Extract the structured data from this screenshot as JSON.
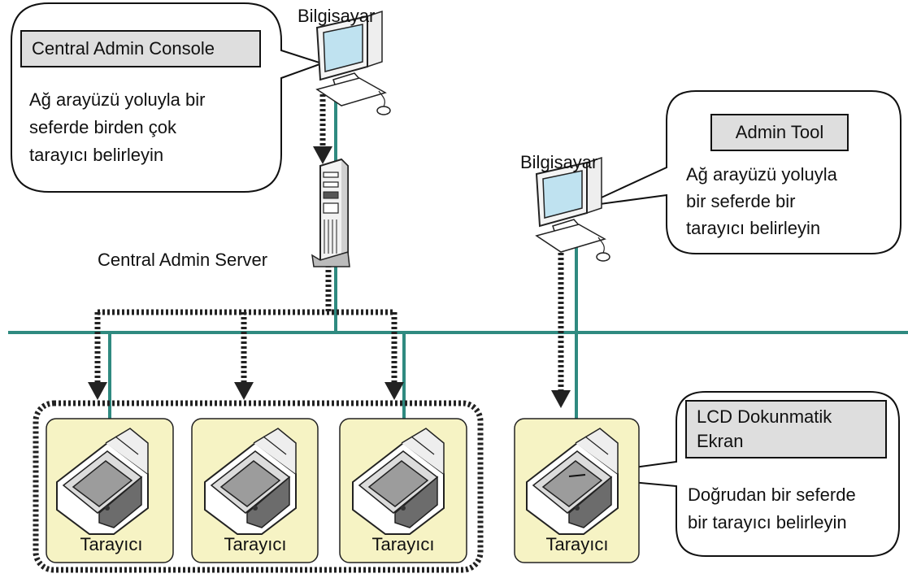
{
  "central_callout": {
    "title": "Central Admin Console",
    "lines": [
      "Ağ arayüzü yoluyla bir",
      "seferde birden çok",
      "tarayıcı belirleyin"
    ]
  },
  "admin_tool_callout": {
    "title": "Admin Tool",
    "lines": [
      "Ağ arayüzü yoluyla",
      "bir seferde bir",
      "tarayıcı belirleyin"
    ]
  },
  "lcd_callout": {
    "title_lines": [
      "LCD Dokunmatik",
      "Ekran"
    ],
    "lines": [
      "Doğrudan bir seferde",
      "bir tarayıcı belirleyin"
    ]
  },
  "computer_1_label": "Bilgisayar",
  "computer_2_label": "Bilgisayar",
  "server_label": "Central Admin Server",
  "scanners": [
    {
      "label": "Tarayıcı"
    },
    {
      "label": "Tarayıcı"
    },
    {
      "label": "Tarayıcı"
    },
    {
      "label": "Tarayıcı"
    }
  ],
  "colors": {
    "network_line": "#2f8a80",
    "scanner_fill": "#f6f3c4",
    "label_box_fill": "#dedede",
    "dotted": "#222222"
  },
  "icons": [
    "computer-icon",
    "server-icon",
    "scanner-icon",
    "mouse-icon",
    "down-arrow-icon"
  ]
}
